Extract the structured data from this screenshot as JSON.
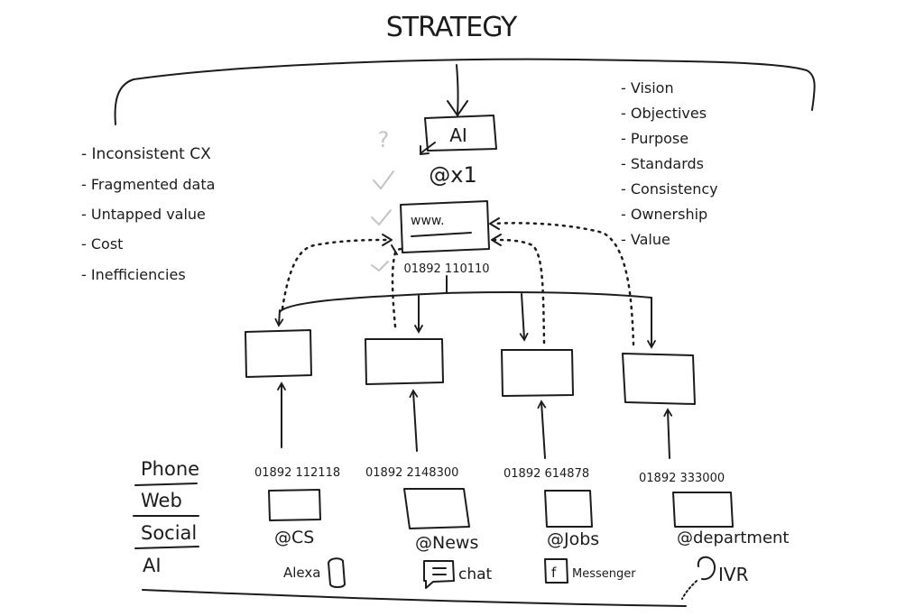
{
  "title": "STRATEGY",
  "left_list": [
    "Inconsistent CX",
    "Fragmented data",
    "Untapped value",
    "Cost",
    "Inefficiencies"
  ],
  "right_list": [
    "Vision",
    "Objectives",
    "Purpose",
    "Standards",
    "Consistency",
    "Ownership",
    "Value"
  ],
  "hub": {
    "ai_label": "AI",
    "number_label": "@x1",
    "web_label": "www.",
    "phone": "01892 110110",
    "question_mark": "?"
  },
  "channels": [
    "Phone",
    "Web",
    "Social",
    "AI"
  ],
  "columns": [
    {
      "phone": "01892 112118",
      "social": "@CS",
      "ai": "Alexa"
    },
    {
      "phone": "01892 2148300",
      "social": "@News",
      "ai": "chat"
    },
    {
      "phone": "01892 614878",
      "social": "@Jobs",
      "ai": "Messenger"
    },
    {
      "phone": "01892 333000",
      "social": "@department",
      "ai": "IVR"
    }
  ],
  "colors": {
    "ink": "#1c1c1c",
    "faint": "#c4c4c4",
    "background": "#ffffff"
  }
}
